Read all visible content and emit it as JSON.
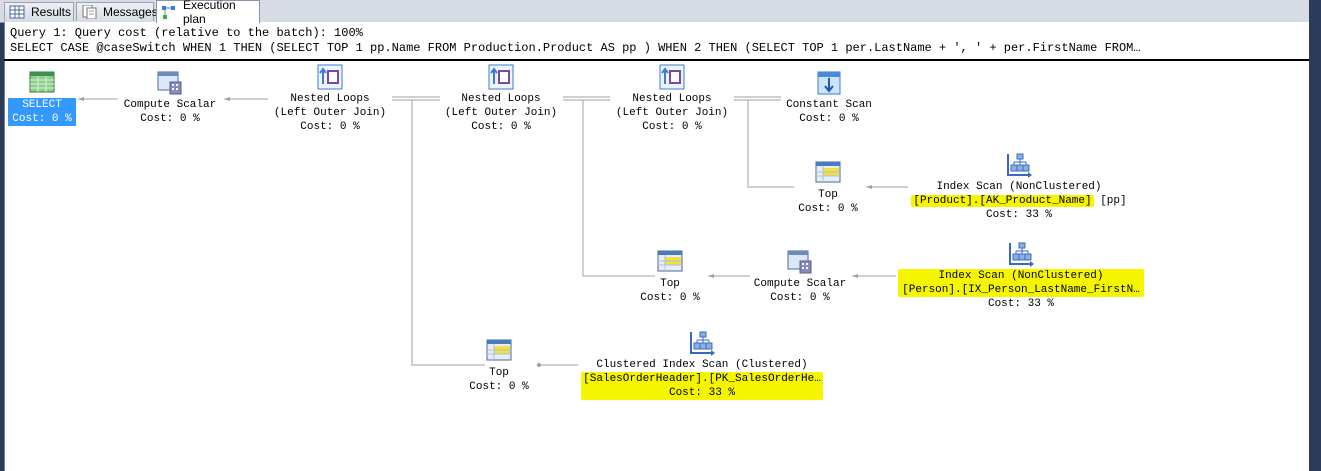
{
  "tabs": [
    {
      "label": "Results",
      "icon": "grid-icon",
      "active": false
    },
    {
      "label": "Messages",
      "icon": "document-icon",
      "active": false
    },
    {
      "label": "Execution plan",
      "icon": "plan-icon",
      "active": true
    }
  ],
  "query": {
    "header": "Query 1: Query cost (relative to the batch): 100%",
    "sql": "SELECT CASE @caseSwitch WHEN 1 THEN (SELECT TOP 1 pp.Name FROM Production.Product AS pp ) WHEN 2 THEN (SELECT TOP 1 per.LastName + ', ' + per.FirstName FROM…"
  },
  "nodes": {
    "select": {
      "name": "SELECT",
      "cost": "Cost: 0 %"
    },
    "compute1": {
      "name": "Compute Scalar",
      "cost": "Cost: 0 %"
    },
    "nl1": {
      "name": "Nested Loops",
      "sub": "(Left Outer Join)",
      "cost": "Cost: 0 %"
    },
    "nl2": {
      "name": "Nested Loops",
      "sub": "(Left Outer Join)",
      "cost": "Cost: 0 %"
    },
    "nl3": {
      "name": "Nested Loops",
      "sub": "(Left Outer Join)",
      "cost": "Cost: 0 %"
    },
    "constscan": {
      "name": "Constant Scan",
      "cost": "Cost: 0 %"
    },
    "top1": {
      "name": "Top",
      "cost": "Cost: 0 %"
    },
    "idx1": {
      "name": "Index Scan (NonClustered)",
      "object": "[Product].[AK_Product_Name]",
      "alias": " [pp]",
      "cost": "Cost: 33 %"
    },
    "top2": {
      "name": "Top",
      "cost": "Cost: 0 %"
    },
    "compute2": {
      "name": "Compute Scalar",
      "cost": "Cost: 0 %"
    },
    "idx2": {
      "name": "Index Scan (NonClustered)",
      "object": "[Person].[IX_Person_LastName_FirstN…",
      "cost": "Cost: 33 %"
    },
    "top3": {
      "name": "Top",
      "cost": "Cost: 0 %"
    },
    "cidx": {
      "name": "Clustered Index Scan (Clustered)",
      "object": "[SalesOrderHeader].[PK_SalesOrderHe…",
      "cost": "Cost: 33 %"
    }
  },
  "colors": {
    "highlight": "#f6f500",
    "selected": "#3399ff",
    "line": "#a0a0a0"
  }
}
